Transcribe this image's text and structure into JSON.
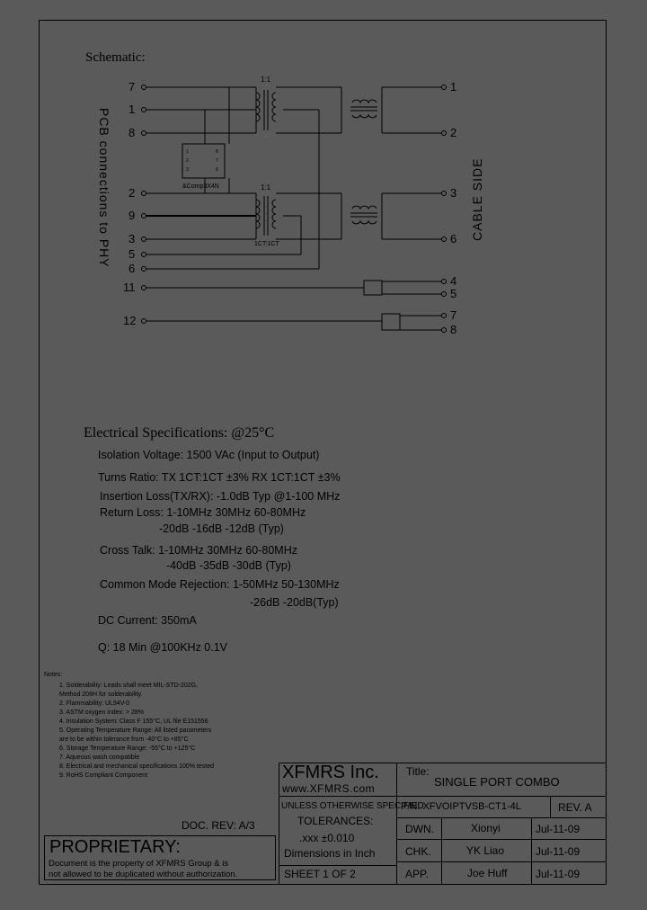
{
  "schematic": {
    "title": "Schematic:",
    "left_label": "PCB connections to PHY",
    "right_label": "CABLE SIDE",
    "ratio_top": "1:1",
    "ratio_bottom": "1:1",
    "ct_bottom": "1CT:1CT",
    "ic_label": "&Comp3X4N",
    "pins_left": [
      "7",
      "1",
      "8",
      "2",
      "9",
      "3",
      "5",
      "6",
      "11",
      "12"
    ],
    "pins_right": [
      "1",
      "2",
      "3",
      "6",
      "4",
      "5",
      "7",
      "8"
    ]
  },
  "electrical": {
    "title": "Electrical   Specifications: @25°C",
    "lines": [
      "Isolation Voltage:  1500 VAc (Input to Output)",
      "Turns Ratio: TX 1CT:1CT ±3% RX 1CT:1CT ±3%",
      "Insertion Loss(TX/RX): -1.0dB Typ @1-100 MHz",
      "Return Loss: 1-10MHz     30MHz     60-80MHz",
      "-20dB          -16dB           -12dB (Typ)",
      "Cross Talk: 1-10MHz   30MHz     60-80MHz",
      "-40dB             -35dB              -30dB (Typ)",
      "Common Mode Rejection:  1-50MHz         50-130MHz",
      "-26dB            -20dB(Typ)",
      "DC Current: 350mA",
      "Q: 18 Min @100KHz 0.1V"
    ]
  },
  "notes": {
    "title": "Notes:",
    "items": [
      "1. Solderability: Leads shall meet MIL-STD-202G,",
      "    Method 208H for solderability.",
      "2. Flammability: UL94V-0",
      "3. ASTM oxygen index: > 28%",
      "4. Insulation System: Class F 155°C, UL file E151556",
      "5. Operating Temperature Range: All listed parameters",
      "    are to be within tolerance from -40°C to +85°C",
      "6. Storage Temperature Range: -55°C to +125°C",
      "7. Aqueous wash compatible",
      "8. Electrical and mechanical specifications 100% tested",
      "9. RoHS Compliant Component"
    ]
  },
  "doc_rev": "DOC. REV: A/3",
  "proprietary": {
    "title": "PROPRIETARY:",
    "line1": "Document is the property of XFMRS Group & is",
    "line2": "not allowed to be duplicated without authorization."
  },
  "title_block": {
    "company": "XFMRS Inc.",
    "website": "www.XFMRS.com",
    "title_label": "Title:",
    "title_value": "SINGLE PORT COMBO",
    "tolerance_header": "UNLESS OTHERWISE SPECIFIED",
    "tolerances_label": "TOLERANCES:",
    "tolerance_value": ".xxx ±0.010",
    "dimensions": "Dimensions in Inch",
    "sheet": "SHEET  1  OF  2",
    "pn": "P/N: XFVOIPTVSB-CT1-4L",
    "rev": "REV. A",
    "dwn_label": "DWN.",
    "dwn_name": "Xionyi",
    "dwn_date": "Jul-11-09",
    "chk_label": "CHK.",
    "chk_name": "YK Liao",
    "chk_date": "Jul-11-09",
    "app_label": "APP.",
    "app_name": "Joe Huff",
    "app_date": "Jul-11-09"
  }
}
